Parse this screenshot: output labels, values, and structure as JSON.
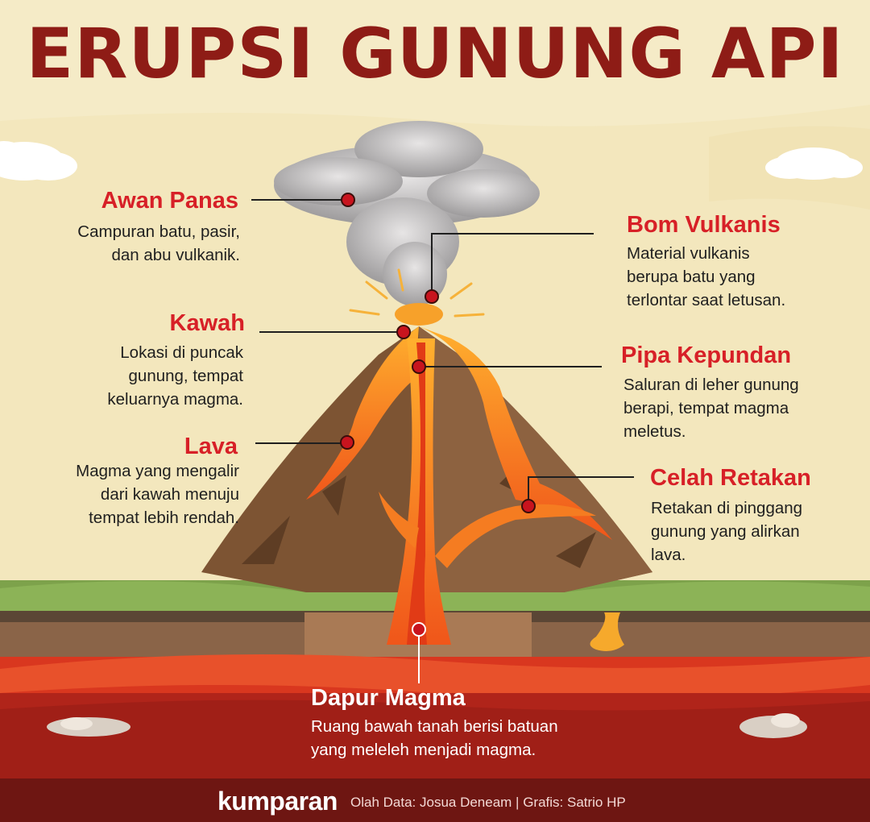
{
  "title": "ERUPSI GUNUNG API",
  "parts": [
    {
      "label": "Awan Panas",
      "lines": [
        "Campuran batu, pasir,",
        "dan abu vulkanik."
      ]
    },
    {
      "label": "Kawah",
      "lines": [
        "Lokasi di puncak",
        "gunung, tempat",
        "keluarnya magma."
      ]
    },
    {
      "label": "Lava",
      "lines": [
        "Magma yang mengalir",
        "dari kawah menuju",
        "tempat lebih rendah."
      ]
    },
    {
      "label": "Bom Vulkanis",
      "lines": [
        "Material vulkanis",
        "berupa batu yang",
        "terlontar saat letusan."
      ]
    },
    {
      "label": "Pipa Kepundan",
      "lines": [
        "Saluran di leher gunung",
        "berapi, tempat magma",
        "meletus."
      ]
    },
    {
      "label": "Celah Retakan",
      "lines": [
        "Retakan di pinggang",
        "gunung yang alirkan",
        "lava."
      ]
    },
    {
      "label": "Dapur Magma",
      "lines": [
        "Ruang bawah tanah berisi batuan",
        "yang meleleh menjadi magma."
      ]
    }
  ],
  "footer": {
    "brand": "kumparan",
    "credit": "Olah Data: Josua Deneam | Grafis: Satrio HP"
  },
  "colors": {
    "title": "#8e1c16",
    "label": "#d72027",
    "marker": "#c8141e",
    "sky": "#f3e7bd",
    "footer": "#6e1612"
  }
}
